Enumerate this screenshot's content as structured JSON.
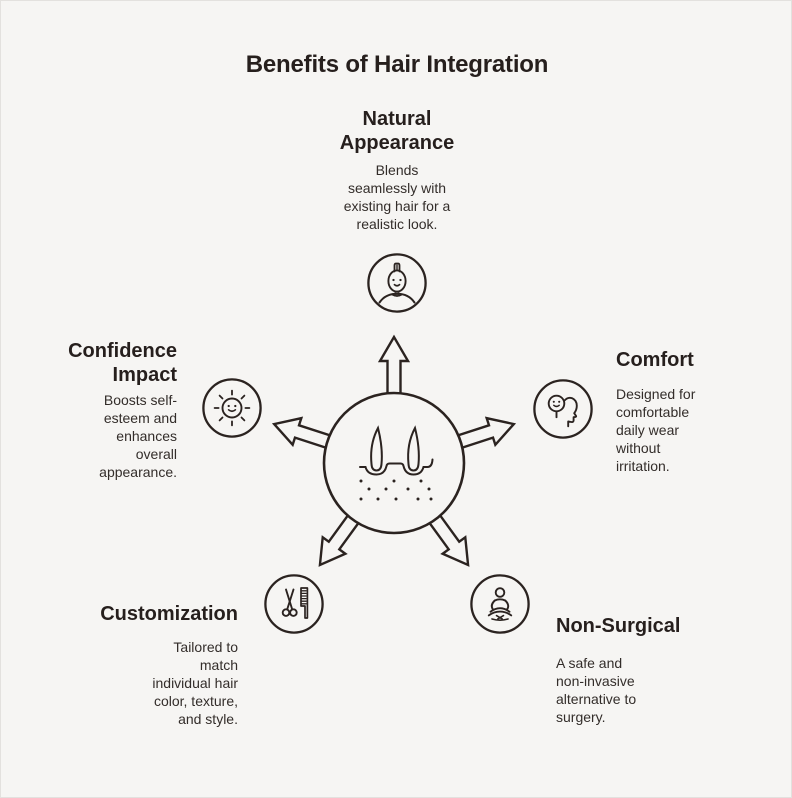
{
  "page": {
    "background": "#f6f5f3",
    "stroke_color": "#2b2320",
    "heading_color": "#261f1d",
    "body_color": "#332d2a"
  },
  "title": "Benefits of Hair Integration",
  "center": {
    "icon": "hair-follicle-hub-icon",
    "arrow_count": 5
  },
  "benefits": [
    {
      "id": "natural-appearance",
      "icon": "person-hair-icon",
      "heading_lines": [
        "Natural",
        "Appearance"
      ],
      "desc_lines": [
        "Blends",
        "seamlessly with",
        "existing hair for a",
        "realistic look."
      ]
    },
    {
      "id": "comfort",
      "icon": "smiley-head-profile-icon",
      "heading_lines": [
        "Comfort"
      ],
      "desc_lines": [
        "Designed for",
        "comfortable",
        "daily wear",
        "without",
        "irritation."
      ]
    },
    {
      "id": "non-surgical",
      "icon": "meditation-icon",
      "heading_lines": [
        "Non-Surgical"
      ],
      "desc_lines": [
        "A safe and",
        "non-invasive",
        "alternative to",
        "surgery."
      ]
    },
    {
      "id": "customization",
      "icon": "scissors-comb-icon",
      "heading_lines": [
        "Customization"
      ],
      "desc_lines": [
        "Tailored to",
        "match",
        "individual hair",
        "color, texture,",
        "and style."
      ]
    },
    {
      "id": "confidence-impact",
      "icon": "sun-smiley-icon",
      "heading_lines": [
        "Confidence",
        "Impact"
      ],
      "desc_lines": [
        "Boosts self-",
        "esteem and",
        "enhances",
        "overall",
        "appearance."
      ]
    }
  ]
}
